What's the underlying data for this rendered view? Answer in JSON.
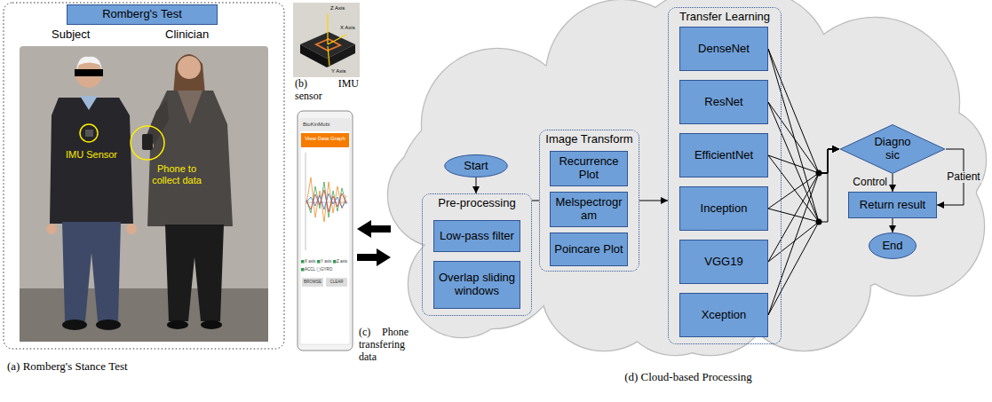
{
  "diagram": {
    "nodes": [
      {
        "text": [
          "Romberg's Test"
        ]
      },
      {
        "text": [
          "Start"
        ]
      },
      {
        "text": [
          "Pre-processing"
        ]
      },
      {
        "text": [
          "Low-pass filter"
        ],
        "in": 2
      },
      {
        "text": [
          "Overlap sliding windows"
        ],
        "in": 2
      },
      {
        "text": [
          "Image Transform"
        ]
      },
      {
        "text": [
          "Recurrence Plot"
        ],
        "in": 5
      },
      {
        "text": [
          "Melspectrogr am"
        ],
        "in": 5
      },
      {
        "text": [
          "Poincare Plot"
        ],
        "in": 5
      },
      {
        "text": [
          "Transfer Learning"
        ]
      },
      {
        "text": [
          "DenseNet"
        ],
        "in": 9
      },
      {
        "text": [
          "ResNet"
        ],
        "in": 9
      },
      {
        "text": [
          "EfficientNet"
        ],
        "in": 9
      },
      {
        "text": [
          "Inception"
        ],
        "in": 9
      },
      {
        "text": [
          "VGG19"
        ],
        "in": 9
      },
      {
        "text": [
          "Xception"
        ],
        "in": 9
      },
      {
        "text": [
          "Diagno sic"
        ]
      },
      {
        "text": [
          "Return result"
        ]
      },
      {
        "text": [
          "End"
        ]
      }
    ],
    "edges": [
      {
        "from": 1,
        "to": 2,
        "arrow": "to"
      },
      {
        "from": 2,
        "to": 5,
        "arrow": "none"
      },
      {
        "from": 5,
        "to": 9,
        "arrow": "to"
      },
      {
        "from": 10,
        "to": 16,
        "arrow": "to"
      },
      {
        "from": 11,
        "to": 16,
        "arrow": "to"
      },
      {
        "from": 12,
        "to": 16,
        "arrow": "to"
      },
      {
        "from": 13,
        "to": 16,
        "arrow": "to"
      },
      {
        "from": 14,
        "to": 16,
        "arrow": "to"
      },
      {
        "from": 15,
        "to": 16,
        "arrow": "to"
      },
      {
        "from": 16,
        "to": 17,
        "label": "Control",
        "arrow": "to"
      },
      {
        "from": 16,
        "to": 17,
        "label": "Patient",
        "arrow": "to"
      },
      {
        "from": 17,
        "to": 18,
        "arrow": "to"
      }
    ],
    "labels": [
      "Subject",
      "Clinician",
      "IMU Sensor",
      "Phone to collect data",
      "Z Axis",
      "X Axis",
      "Y Axis",
      "BioKinMobi",
      "View Data Graph",
      "X axis",
      "Y axis",
      "Z axis",
      "ACCL",
      "GYRO",
      "BROWSE",
      "CLEAR",
      "(a) Romberg's Stance Test",
      "(b) IMU sensor",
      "(c) Phone transfering data",
      "(d) Cloud-based Processing"
    ]
  }
}
